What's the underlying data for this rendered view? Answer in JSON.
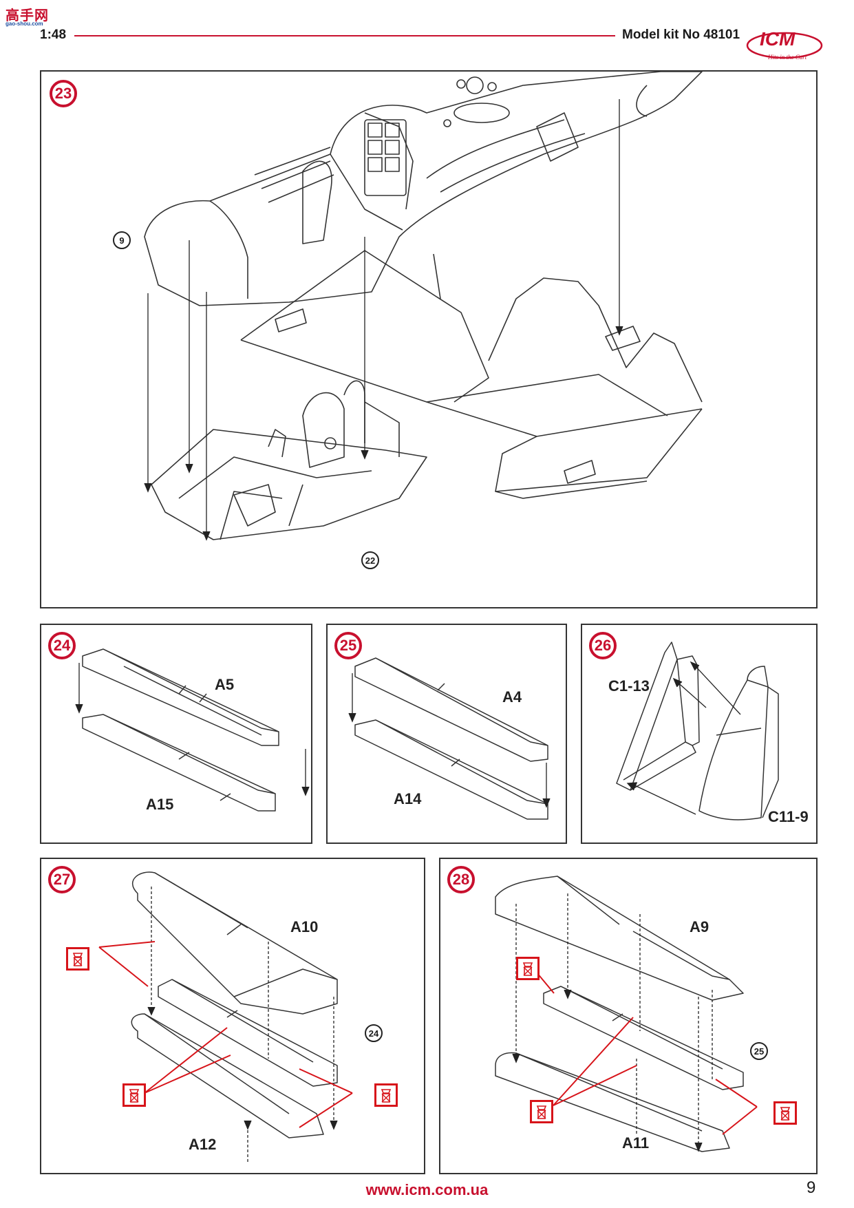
{
  "watermark": {
    "text": "高手网",
    "sub": "gao-shou.com"
  },
  "header": {
    "scale": "1:48",
    "kit_label": "Model kit No 48101",
    "logo_text": "ICM",
    "logo_tagline": "Hits in the Cart"
  },
  "steps": {
    "s23": {
      "number": "23",
      "refs": [
        "9",
        "22"
      ]
    },
    "s24": {
      "number": "24",
      "parts": [
        "A5",
        "A15"
      ]
    },
    "s25": {
      "number": "25",
      "parts": [
        "A4",
        "A14"
      ]
    },
    "s26": {
      "number": "26",
      "parts": [
        "C1-13",
        "C11-9"
      ]
    },
    "s27": {
      "number": "27",
      "parts": [
        "A10",
        "A12"
      ],
      "ref": "24"
    },
    "s28": {
      "number": "28",
      "parts": [
        "A9",
        "A11"
      ],
      "ref": "25"
    }
  },
  "footer": {
    "url": "www.icm.com.ua",
    "page": "9"
  },
  "colors": {
    "accent": "#c8102e",
    "line": "#333333"
  },
  "icons": {
    "glue": "glue-icon"
  }
}
